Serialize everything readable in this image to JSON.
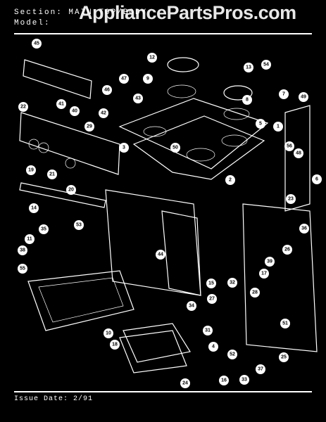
{
  "header": {
    "section_label": "Section: MAIN TOP/BODY",
    "model_label": "Model:"
  },
  "watermark": "AppliancePartsPros.com",
  "footer": {
    "issue_date": "Issue Date: 2/91"
  },
  "callouts": [
    "45",
    "46",
    "47",
    "12",
    "13",
    "54",
    "9",
    "43",
    "8",
    "7",
    "49",
    "41",
    "40",
    "42",
    "22",
    "29",
    "50",
    "1",
    "5",
    "56",
    "48",
    "19",
    "21",
    "20",
    "3",
    "6",
    "2",
    "14",
    "23",
    "53",
    "35",
    "11",
    "36",
    "38",
    "55",
    "44",
    "26",
    "39",
    "15",
    "34",
    "32",
    "27",
    "17",
    "28",
    "51",
    "10",
    "31",
    "4",
    "18",
    "52",
    "24",
    "16",
    "33",
    "37",
    "25"
  ]
}
